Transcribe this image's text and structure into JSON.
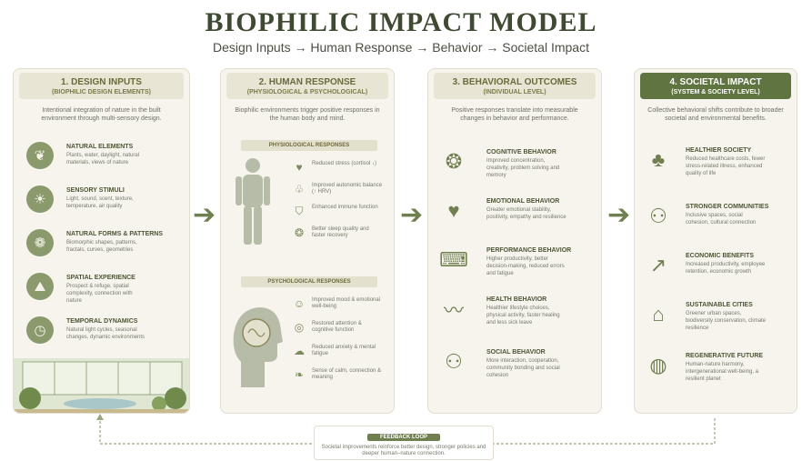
{
  "header": {
    "title": "BIOPHILIC IMPACT MODEL",
    "subtitle": "Design Inputs → Human Response → Behavior → Societal Impact"
  },
  "columns": [
    {
      "title": "1. DESIGN INPUTS",
      "subtitle": "(BIOPHILIC DESIGN ELEMENTS)",
      "intro": "Intentional integration of nature in the built environment through multi-sensory design.",
      "items": [
        {
          "title": "NATURAL ELEMENTS",
          "desc": "Plants, water, daylight, natural materials, views of nature",
          "icon": "leaf-icon"
        },
        {
          "title": "SENSORY STIMULI",
          "desc": "Light, sound, scent, texture, temperature, air quality",
          "icon": "sun-icon"
        },
        {
          "title": "NATURAL FORMS & PATTERNS",
          "desc": "Biomorphic shapes, patterns, fractals, curves, geometries",
          "icon": "spiral-icon"
        },
        {
          "title": "SPATIAL EXPERIENCE",
          "desc": "Prospect & refuge, spatial complexity, connection with nature",
          "icon": "landscape-icon"
        },
        {
          "title": "TEMPORAL DYNAMICS",
          "desc": "Natural light cycles, seasonal changes, dynamic environments",
          "icon": "clock-icon"
        }
      ]
    },
    {
      "title": "2. HUMAN RESPONSE",
      "subtitle": "(PHYSIOLOGICAL & PSYCHOLOGICAL)",
      "intro": "Biophilic environments trigger positive responses in the human body and mind.",
      "physio_label": "PHYSIOLOGICAL RESPONSES",
      "physio": [
        {
          "desc": "Reduced stress (cortisol ↓)",
          "icon": "heart-icon"
        },
        {
          "desc": "Improved autonomic balance (↑ HRV)",
          "icon": "lungs-icon"
        },
        {
          "desc": "Enhanced immune function",
          "icon": "shield-icon"
        },
        {
          "desc": "Better sleep quality and faster recovery",
          "icon": "brain-icon"
        }
      ],
      "psycho_label": "PSYCHOLOGICAL RESPONSES",
      "psycho": [
        {
          "desc": "Improved mood & emotional well-being",
          "icon": "smile-icon"
        },
        {
          "desc": "Restored attention & cognitive function",
          "icon": "target-icon"
        },
        {
          "desc": "Reduced anxiety & mental fatigue",
          "icon": "cloud-icon"
        },
        {
          "desc": "Sense of calm, connection & meaning",
          "icon": "leaf-icon"
        }
      ]
    },
    {
      "title": "3. BEHAVIORAL OUTCOMES",
      "subtitle": "(INDIVIDUAL LEVEL)",
      "intro": "Positive responses translate into measurable changes in behavior and performance.",
      "items": [
        {
          "title": "COGNITIVE BEHAVIOR",
          "desc": "Improved concentration, creativity, problem solving and memory",
          "icon": "brain-icon"
        },
        {
          "title": "EMOTIONAL BEHAVIOR",
          "desc": "Greater emotional stability, positivity, empathy and resilience",
          "icon": "heart-icon"
        },
        {
          "title": "PERFORMANCE BEHAVIOR",
          "desc": "Higher productivity, better decision-making, reduced errors and fatigue",
          "icon": "desk-icon"
        },
        {
          "title": "HEALTH BEHAVIOR",
          "desc": "Healthier lifestyle choices, physical activity, faster healing and less sick leave",
          "icon": "pulse-icon"
        },
        {
          "title": "SOCIAL BEHAVIOR",
          "desc": "More interaction, cooperation, community bonding and social cohesion",
          "icon": "people-icon"
        }
      ]
    },
    {
      "title": "4. SOCIETAL IMPACT",
      "subtitle": "(SYSTEM & SOCIETY LEVEL)",
      "intro": "Collective behavioral shifts contribute to broader societal and environmental benefits.",
      "items": [
        {
          "title": "HEALTHIER SOCIETY",
          "desc": "Reduced healthcare costs, fewer stress-related illness, enhanced quality of life",
          "icon": "city-icon"
        },
        {
          "title": "STRONGER COMMUNITIES",
          "desc": "Inclusive spaces, social cohesion, cultural connection",
          "icon": "community-icon"
        },
        {
          "title": "ECONOMIC BENEFITS",
          "desc": "Increased productivity, employee retention, economic growth",
          "icon": "growth-chart-icon"
        },
        {
          "title": "SUSTAINABLE CITIES",
          "desc": "Greener urban spaces, biodiversity conservation, climate resilience",
          "icon": "buildings-icon"
        },
        {
          "title": "REGENERATIVE FUTURE",
          "desc": "Human-nature harmony, intergenerational well-being, a resilient planet",
          "icon": "globe-icon"
        }
      ]
    }
  ],
  "feedback": {
    "label": "FEEDBACK LOOP",
    "desc": "Societal improvements reinforce better design, stronger policies and deeper human–nature connection."
  },
  "colors": {
    "accent": "#6f7f50",
    "panel": "#f6f4ec",
    "header_band": "#e9e5d4",
    "dark_header": "#5f7440"
  }
}
